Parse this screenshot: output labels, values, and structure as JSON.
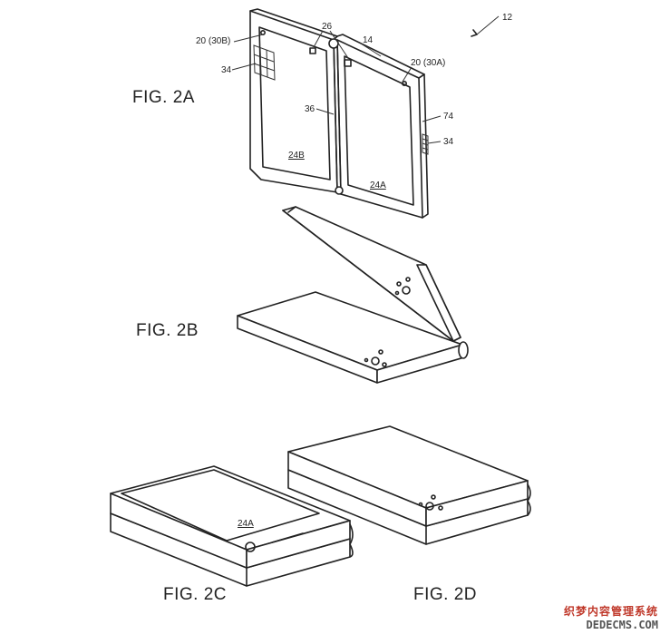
{
  "figures": {
    "fig2a": "FIG. 2A",
    "fig2b": "FIG. 2B",
    "fig2c": "FIG. 2C",
    "fig2d": "FIG. 2D"
  },
  "labels": {
    "ref12": "12",
    "ref20_30b": "20 (30B)",
    "ref20_30a": "20 (30A)",
    "ref26": "26",
    "ref14": "14",
    "ref34_left": "34",
    "ref34_right": "34",
    "ref36": "36",
    "ref74": "74",
    "ref24b": "24B",
    "ref24a_2a": "24A",
    "ref24a_2c": "24A"
  },
  "watermark": {
    "line1": "织梦内容管理系统",
    "line2": "DEDECMS.COM"
  }
}
